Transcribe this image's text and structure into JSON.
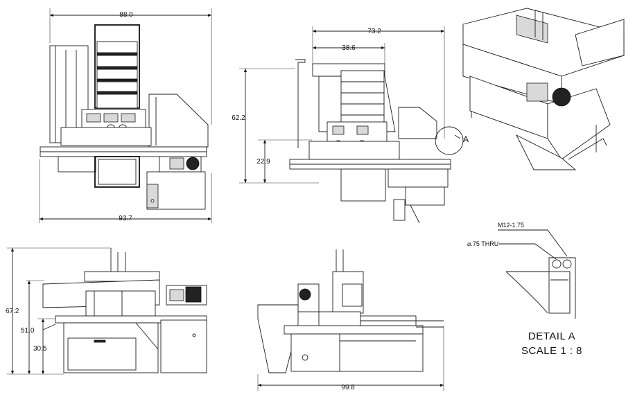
{
  "drawing": {
    "front_view": {
      "width_top": "88.0",
      "width_bottom": "93.7"
    },
    "side_view": {
      "width_top": "73.2",
      "width_inner": "38.6",
      "height_total": "62.2",
      "height_table": "22.9",
      "callout": "A"
    },
    "left_view": {
      "height_total": "67.2",
      "height_mid": "51.0",
      "height_low": "30.5"
    },
    "bottom_view": {
      "width": "99.8"
    },
    "detail": {
      "thread_note": "M12-1.75",
      "hole_note": "⌀.75 THRU",
      "title": "DETAIL A",
      "scale": "SCALE 1 : 8"
    }
  }
}
